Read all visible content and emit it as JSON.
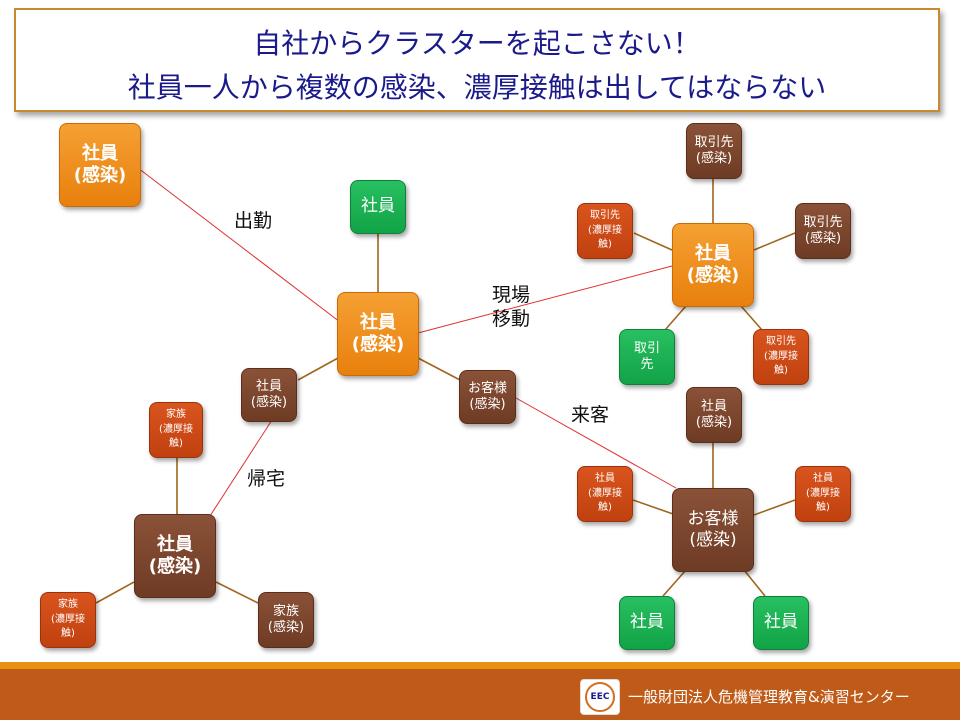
{
  "title": {
    "line1": "自社からクラスターを起こさない！",
    "line2": "社員一人から複数の感染、濃厚接触は出してはならない"
  },
  "labels": {
    "commute": "出勤",
    "site_move_1": "現場",
    "site_move_2": "移動",
    "visit": "来客",
    "return_home": "帰宅"
  },
  "nodes": {
    "employee_top_left": [
      "社員",
      "(感染)"
    ],
    "employee_green_top": [
      "社員"
    ],
    "employee_center": [
      "社員",
      "(感染)"
    ],
    "client_top": [
      "取引先",
      "(感染)"
    ],
    "client_left": [
      "取引先",
      "(濃厚接",
      "触)"
    ],
    "client_right": [
      "取引先",
      "(感染)"
    ],
    "employee_site": [
      "社員",
      "(感染)"
    ],
    "client_green": [
      "取引",
      "先"
    ],
    "client_bottom_right": [
      "取引先",
      "(濃厚接",
      "触)"
    ],
    "employee_small": [
      "社員",
      "(感染)"
    ],
    "customer_small": [
      "お客様",
      "(感染)"
    ],
    "employee_near_customer": [
      "社員",
      "(感染)"
    ],
    "employee_contact_left": [
      "社員",
      "(濃厚接",
      "触)"
    ],
    "employee_contact_right": [
      "社員",
      "(濃厚接",
      "触)"
    ],
    "customer_big": [
      "お客様",
      "(感染)"
    ],
    "employee_green_bl": [
      "社員"
    ],
    "employee_green_br": [
      "社員"
    ],
    "family_top": [
      "家族",
      "(濃厚接",
      "触)"
    ],
    "employee_home": [
      "社員",
      "(感染)"
    ],
    "family_left": [
      "家族",
      "(濃厚接",
      "触)"
    ],
    "family_infected": [
      "家族",
      "(感染)"
    ]
  },
  "colors": {
    "orange": "#e8800d",
    "brown": "#6e3b24",
    "green": "#12a347",
    "red_orange": "#c0410f",
    "title_text": "#1a1a8a",
    "red_line": "#e03030",
    "brown_line": "#a0641e"
  },
  "footer": {
    "logo_text": "EEC",
    "organization": "一般財団法人危機管理教育&演習センター"
  }
}
